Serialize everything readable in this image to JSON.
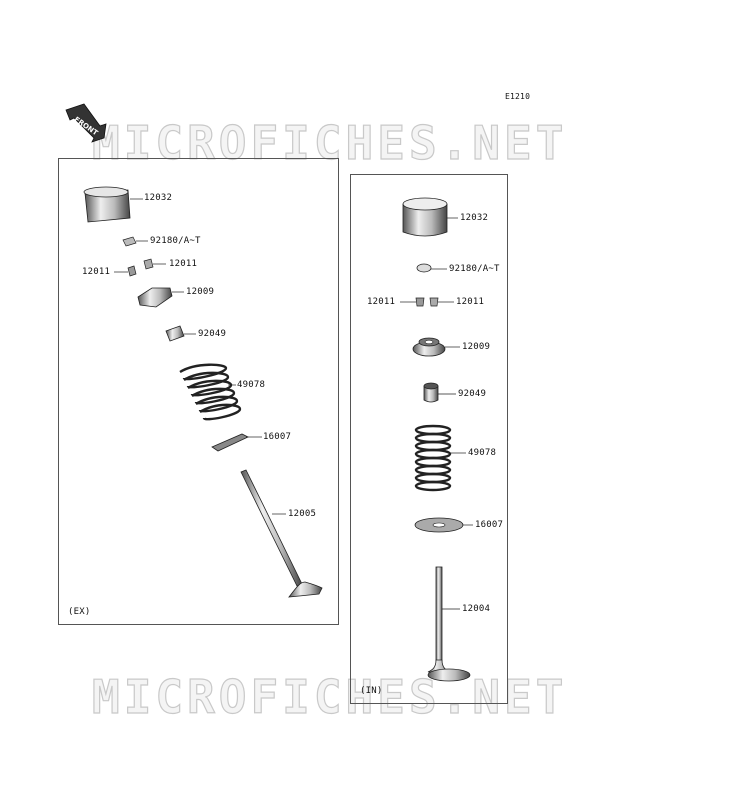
{
  "diagram_code": "E1210",
  "front_arrow_label": "FRONT",
  "watermark": "MICROFICHES.NET",
  "panels": {
    "ex": {
      "label": "(EX)",
      "parts": [
        "12032",
        "92180/A~T",
        "12011",
        "12011",
        "12009",
        "92049",
        "49078",
        "16007",
        "12005"
      ]
    },
    "in": {
      "label": "(IN)",
      "parts": [
        "12032",
        "92180/A~T",
        "12011",
        "12011",
        "12009",
        "92049",
        "49078",
        "16007",
        "12004"
      ]
    }
  }
}
